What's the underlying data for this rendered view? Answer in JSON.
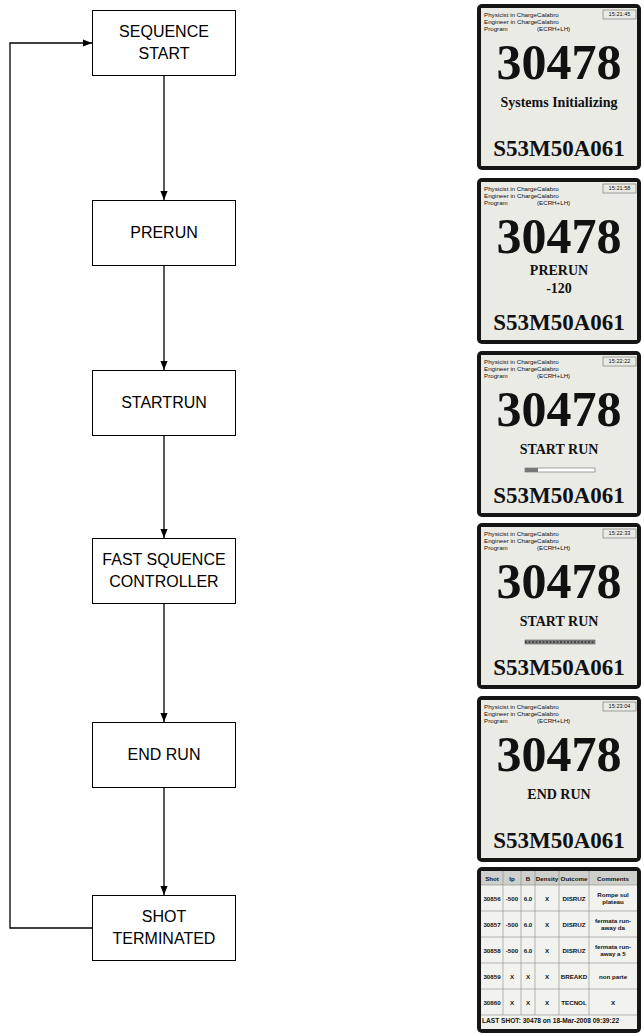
{
  "diagram": {
    "nodes": [
      {
        "text": [
          "SEQUENCE START"
        ]
      },
      {
        "text": [
          "PRERUN"
        ]
      },
      {
        "text": [
          "STARTRUN"
        ]
      },
      {
        "text": [
          "FAST SQUENCE CONTROLLER"
        ]
      },
      {
        "text": [
          "END RUN"
        ]
      },
      {
        "text": [
          "SHOT TERMINATED"
        ]
      },
      {
        "text": [
          "Physicist in Charge",
          "Calabro",
          "Engineer in Charge",
          "Calabro",
          "Program",
          "(ECRH+LH)",
          "15:21:45",
          "30478",
          "Systems Initializing",
          "S53M50A061"
        ]
      },
      {
        "text": [
          "Physicist in Charge",
          "Calabro",
          "Engineer in Charge",
          "Calabro",
          "Program",
          "(ECRH+LH)",
          "15:21:58",
          "30478",
          "PRERUN",
          "-120",
          "S53M50A061"
        ]
      },
      {
        "text": [
          "Physicist in Charge",
          "Calabro",
          "Engineer in Charge",
          "Calabro",
          "Program",
          "(ECRH+LH)",
          "15:22:22",
          "30478",
          "START RUN",
          "S53M50A061"
        ]
      },
      {
        "text": [
          "Physicist in Charge",
          "Calabro",
          "Engineer in Charge",
          "Calabro",
          "Program",
          "(ECRH+LH)",
          "15:22:33",
          "30478",
          "START RUN",
          "S53M50A061"
        ]
      },
      {
        "text": [
          "Physicist in Charge",
          "Calabro",
          "Engineer in Charge",
          "Calabro",
          "Program",
          "(ECRH+LH)",
          "15:23:04",
          "30478",
          "END RUN",
          "S53M50A061"
        ]
      },
      {
        "text": [
          "Shot",
          "Ip",
          "B",
          "Density",
          "Outcome",
          "Comments",
          "30856",
          "-500",
          "6.0",
          "X",
          "DISRUZ",
          "Rompe sul plateau",
          "30857",
          "-500",
          "6.0",
          "X",
          "DISRUZ",
          "fermata run-away da",
          "30858",
          "-500",
          "6.0",
          "X",
          "DISRUZ",
          "fermata run-away a 5",
          "30859",
          "X",
          "X",
          "X",
          "BREAKD",
          "non parte",
          "30860",
          "X",
          "X",
          "X",
          "TECNOL",
          "X",
          "LAST SHOT: 30478 on 18-Mar-2008 09:39:22"
        ]
      }
    ],
    "edges": [
      {
        "from": 0,
        "to": 1,
        "arrow": "to"
      },
      {
        "from": 1,
        "to": 2,
        "arrow": "to"
      },
      {
        "from": 2,
        "to": 3,
        "arrow": "to"
      },
      {
        "from": 3,
        "to": 4,
        "arrow": "to"
      },
      {
        "from": 4,
        "to": 5,
        "arrow": "to"
      },
      {
        "from": 5,
        "to": 0,
        "arrow": "to"
      }
    ]
  }
}
